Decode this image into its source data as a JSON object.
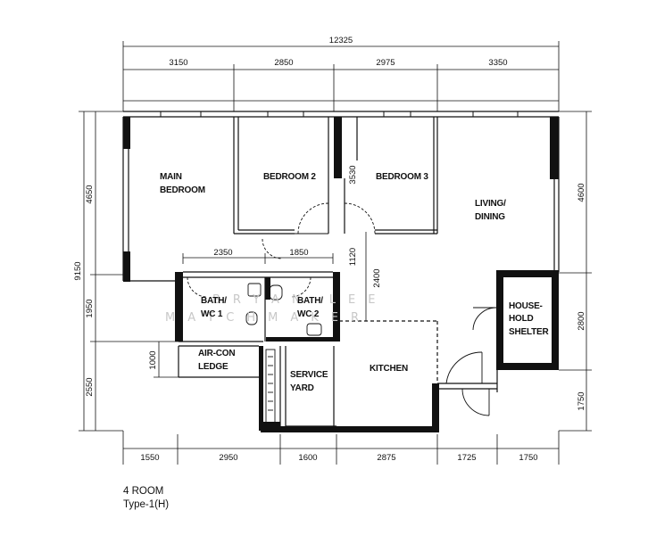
{
  "dimensions": {
    "overall_top": "12325",
    "top": [
      "3150",
      "2850",
      "2975",
      "3350"
    ],
    "bottom": [
      "1550",
      "2950",
      "1600",
      "2875",
      "1725",
      "1750"
    ],
    "left_overall": "9150",
    "left": [
      "4650",
      "1950",
      "2550"
    ],
    "right": [
      "4600",
      "2800",
      "1750"
    ],
    "internal": {
      "bath1_width": "2350",
      "bath2_width": "1850",
      "bedroom3_wall": "3530",
      "corridor": "1120",
      "corridor_2": "2400",
      "aircon_depth": "1000"
    }
  },
  "rooms": {
    "main_bedroom": [
      "MAIN",
      "BEDROOM"
    ],
    "bedroom2": "BEDROOM 2",
    "bedroom3": "BEDROOM 3",
    "living": [
      "LIVING/",
      "DINING"
    ],
    "bath1": [
      "BATH/",
      "WC 1"
    ],
    "bath2": [
      "BATH/",
      "WC 2"
    ],
    "household_shelter": [
      "HOUSE-",
      "HOLD",
      "SHELTER"
    ],
    "aircon": [
      "AIR-CON",
      "LEDGE"
    ],
    "service_yard": [
      "SERVICE",
      "YARD"
    ],
    "kitchen": "KITCHEN"
  },
  "watermark": {
    "line1": "BRYAN LEE",
    "line2": "MATCHMAKER"
  },
  "caption": {
    "line1": "4 ROOM",
    "line2": "Type-1(H)"
  }
}
